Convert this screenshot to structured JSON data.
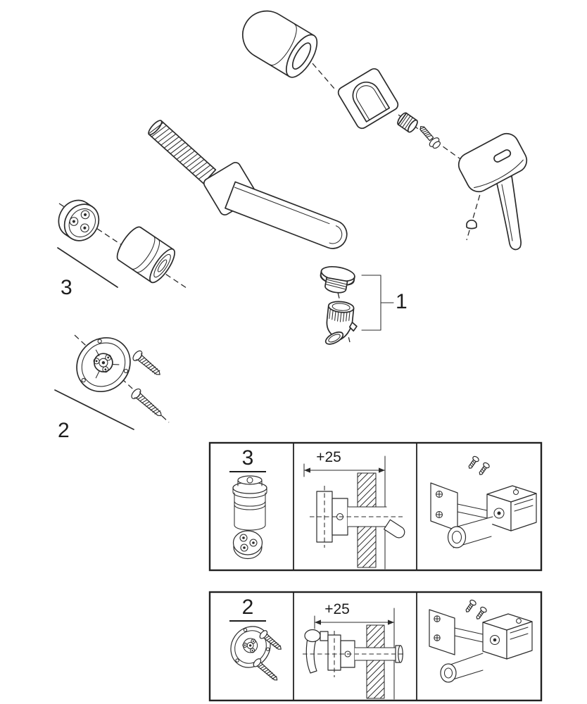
{
  "colors": {
    "line": "#2b2b2b",
    "background": "#ffffff"
  },
  "exploded_view": {
    "callouts": {
      "part1": "1",
      "part2": "2",
      "part3": "3"
    }
  },
  "panels": [
    {
      "label": "3",
      "dimension": "+25"
    },
    {
      "label": "2",
      "dimension": "+25"
    }
  ]
}
